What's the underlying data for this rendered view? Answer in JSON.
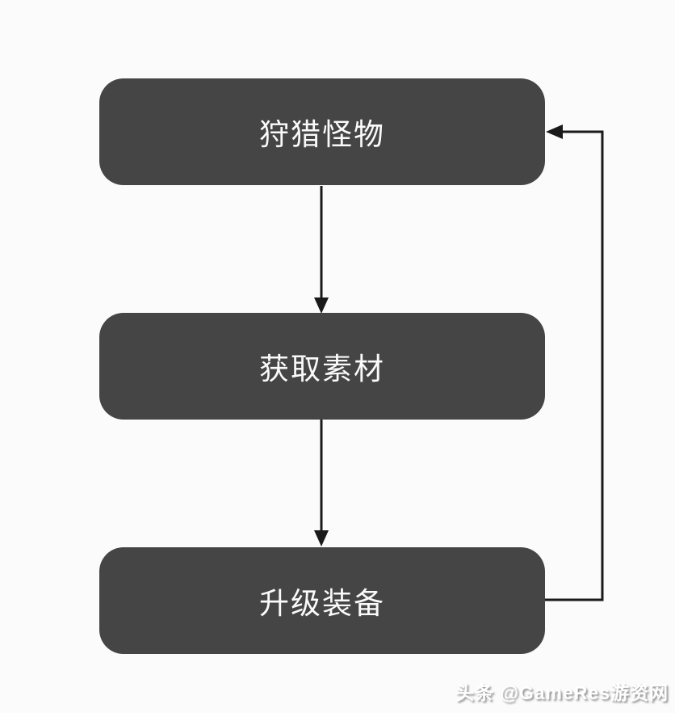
{
  "diagram": {
    "type": "flowchart-cycle",
    "nodes": [
      {
        "id": "hunt",
        "label": "狩猎怪物"
      },
      {
        "id": "material",
        "label": "获取素材"
      },
      {
        "id": "upgrade",
        "label": "升级装备"
      }
    ],
    "edges": [
      {
        "from": "狩猎怪物",
        "to": "获取素材",
        "style": "straight-down-arrow"
      },
      {
        "from": "获取素材",
        "to": "升级装备",
        "style": "straight-down-arrow"
      },
      {
        "from": "升级装备",
        "to": "狩猎怪物",
        "style": "right-side-loop-arrow"
      }
    ],
    "colors": {
      "node_fill": "#454545",
      "node_text": "#fafafa",
      "arrow": "#1a1a1a",
      "background": "#fbfbfb"
    }
  },
  "watermark": {
    "text": "头条 @GameRes游资网"
  }
}
